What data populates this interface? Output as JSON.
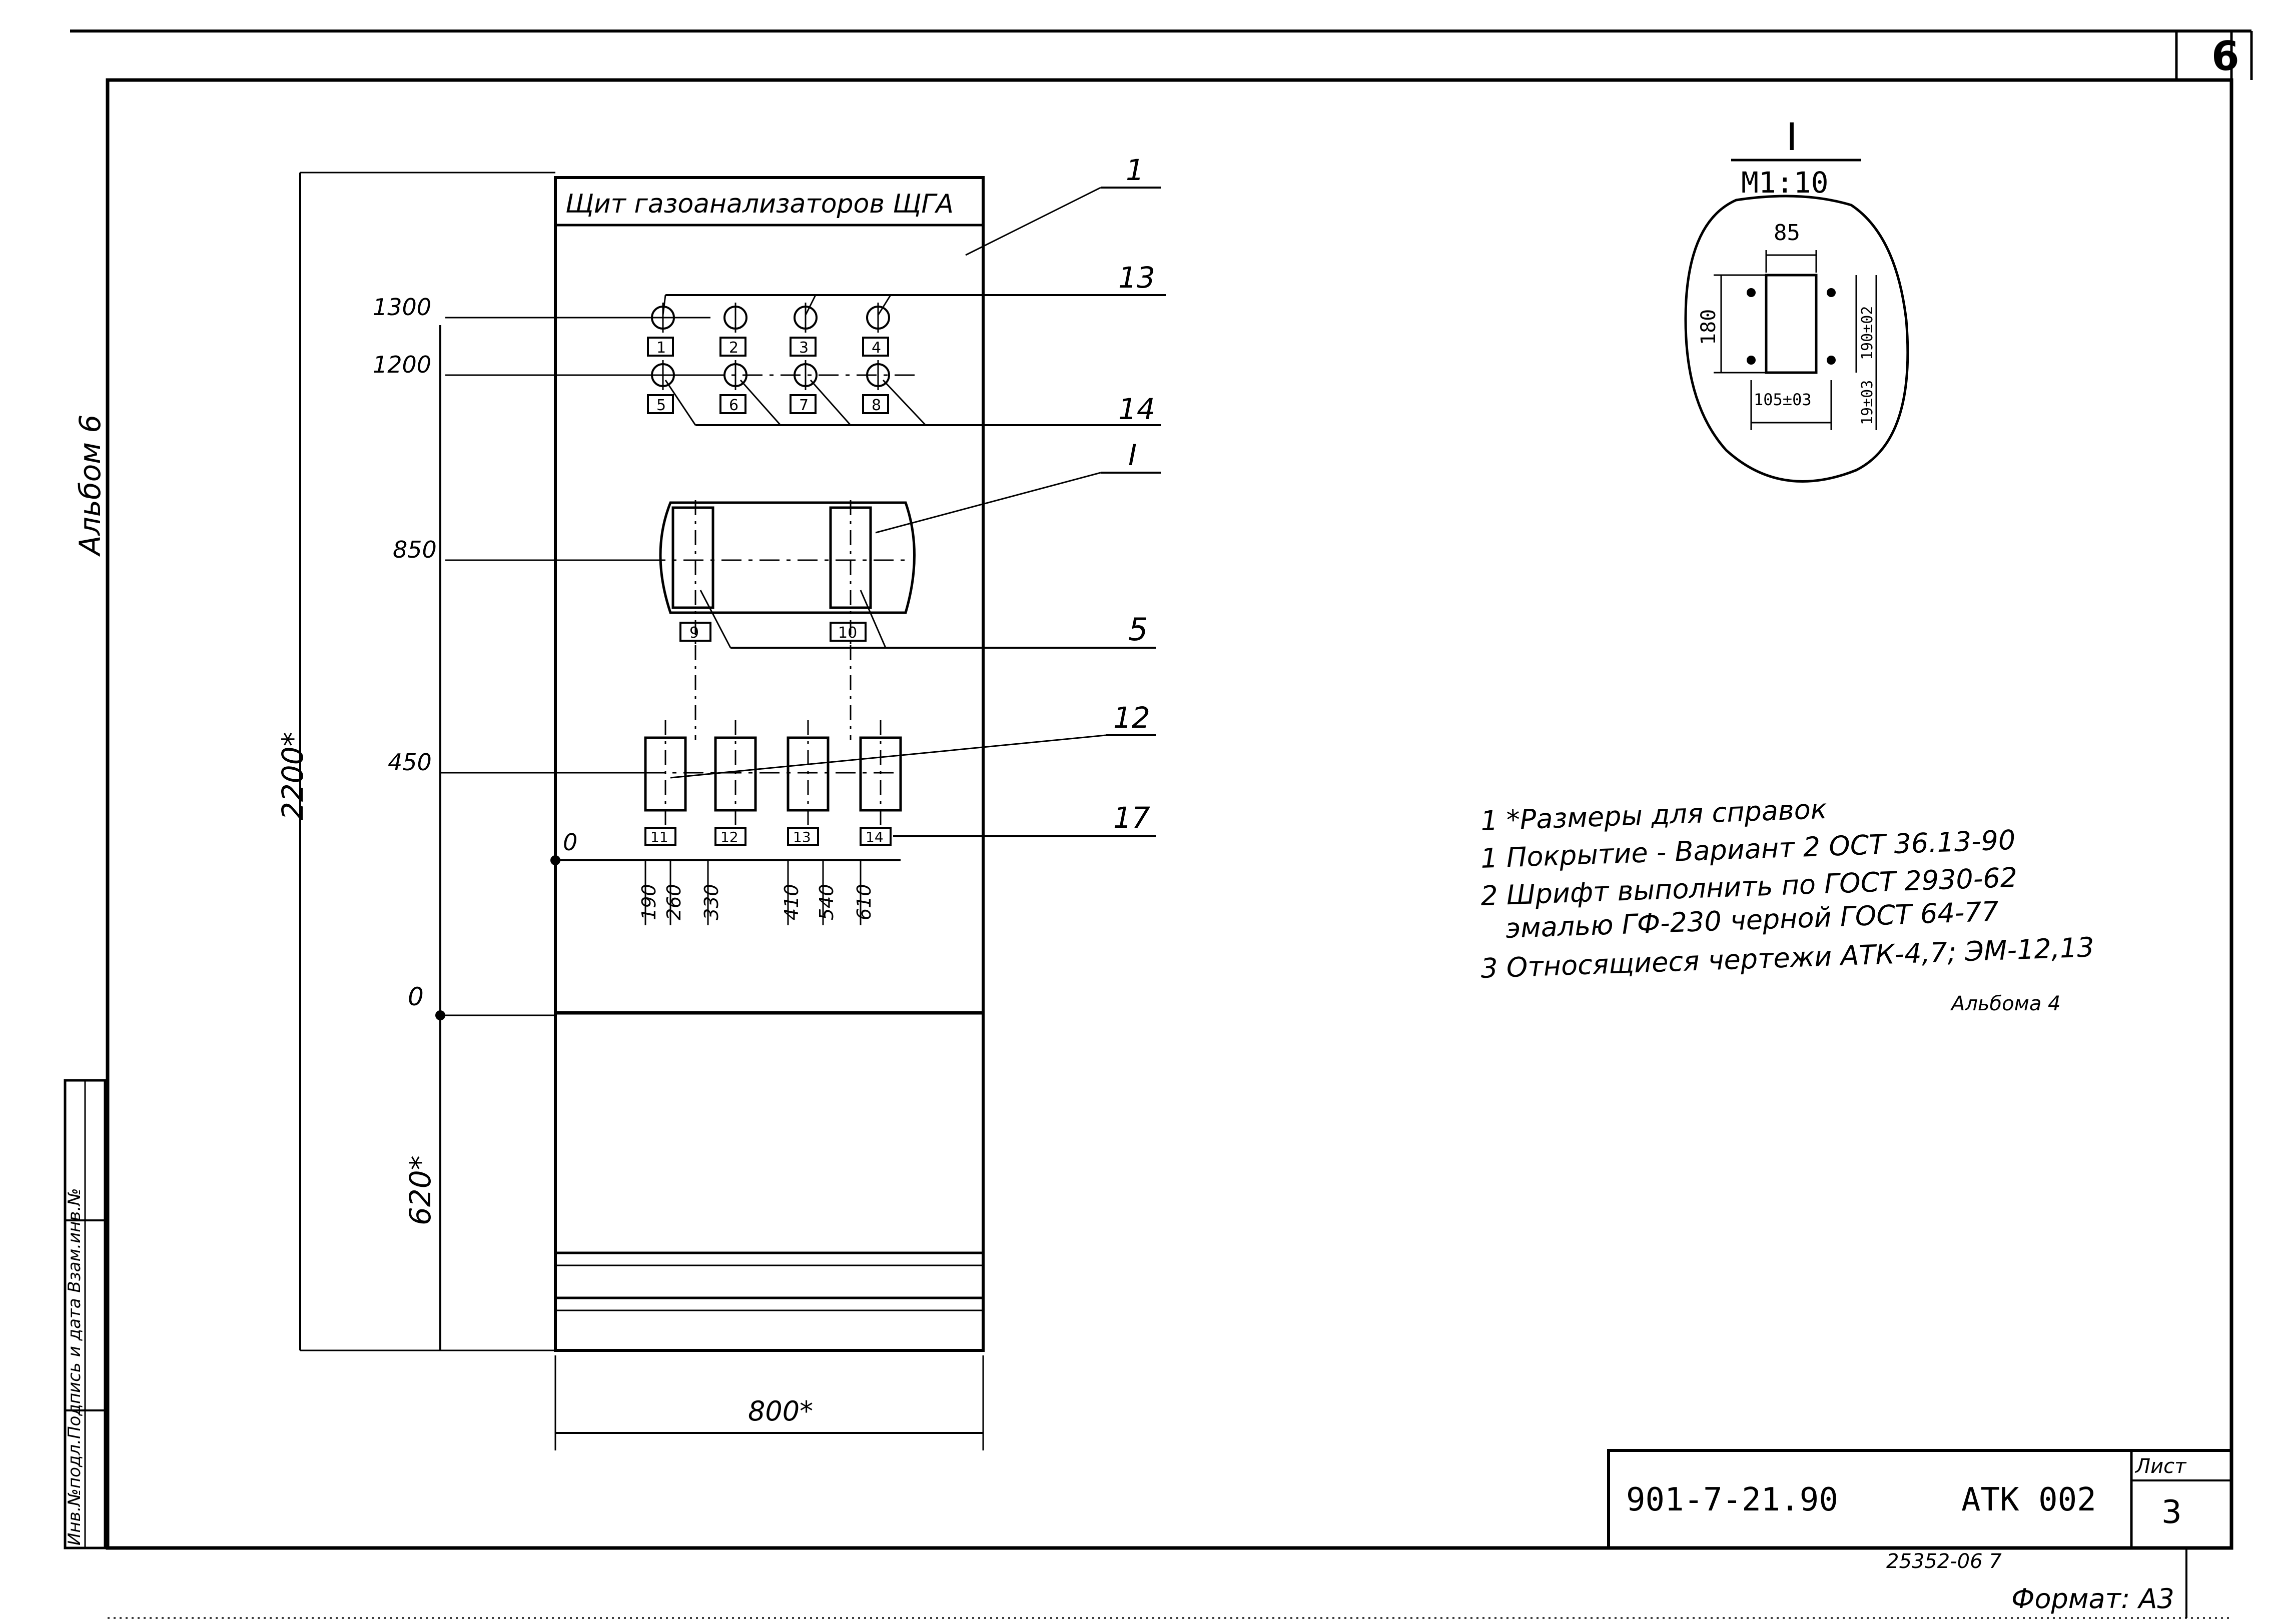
{
  "sheet": {
    "page_corner_number": "6",
    "album_side_label": "Альбом 6",
    "stamp_side_label": "Инв.№подл.Подпись и дата Взам.инв.№"
  },
  "panel": {
    "title": "Щит газоанализаторов ЩГА",
    "height_label": "2200*",
    "base_height_label": "620*",
    "width_label": "800*",
    "level_labels": [
      "1300",
      "1200",
      "850",
      "450",
      "0"
    ],
    "inner_zero_label": "0",
    "instrument_row1_tags": [
      "1",
      "2",
      "3",
      "4"
    ],
    "instrument_row2_tags": [
      "5",
      "6",
      "7",
      "8"
    ],
    "recorder_tags": [
      "9",
      "10"
    ],
    "lower_device_tags": [
      "11",
      "12",
      "13",
      "14"
    ],
    "horizontal_dims": [
      "190",
      "260",
      "330",
      "410",
      "540",
      "610"
    ],
    "callouts": [
      "1",
      "13",
      "14",
      "I",
      "5",
      "12",
      "17"
    ]
  },
  "detail": {
    "title": "I",
    "scale": "М1:10",
    "dim_top": "85",
    "dim_left": "180",
    "dim_right": "190±02",
    "dim_bottom": "105±03",
    "dim_right_lower": "19±03"
  },
  "notes": {
    "lines": [
      "1  *Размеры для справок",
      "1  Покрытие - Вариант 2 ОСТ 36.13-90",
      "2  Шрифт выполнить по ГОСТ 2930-62",
      "эмалью  ГФ-230 черной ГОСТ 64-77",
      "3  Относящиеся чертежи АТК-4,7; ЭМ-12,13",
      "Альбома 4"
    ]
  },
  "title_block": {
    "doc_number": "901-7-21.90",
    "code": "АТК 002",
    "sheet_label": "Лист",
    "sheet_number": "3",
    "archive_number": "25352-06    7",
    "format": "Формат: А3"
  }
}
